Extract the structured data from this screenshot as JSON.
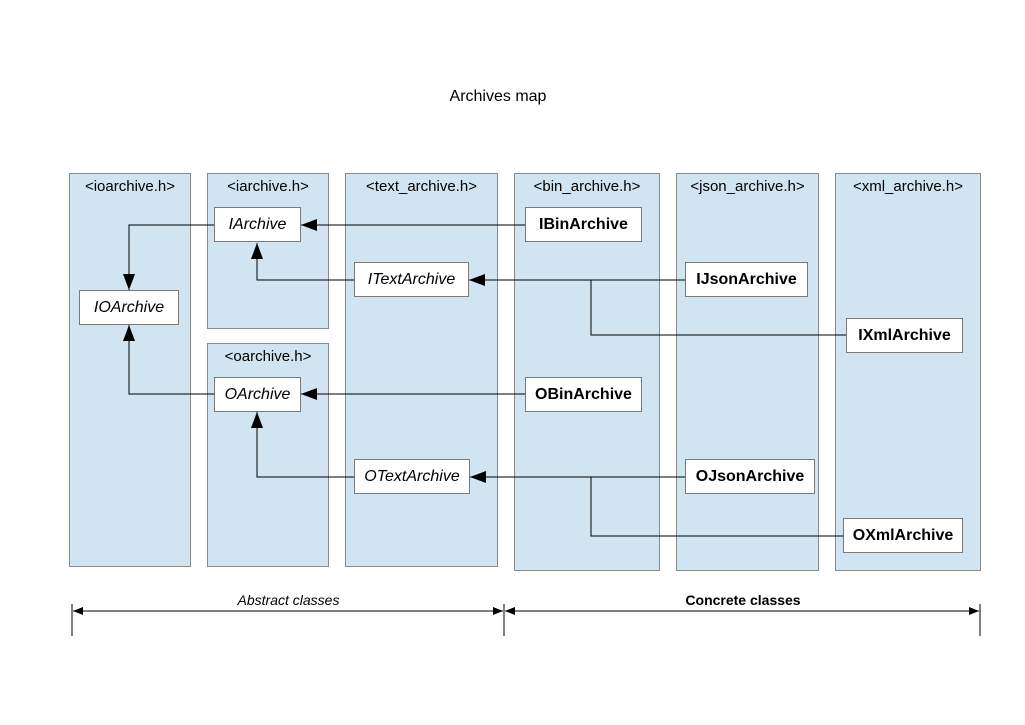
{
  "title": "Archives map",
  "columns": [
    {
      "label": "<ioarchive.h>"
    },
    {
      "label": "<iarchive.h>"
    },
    {
      "label": "<oarchive.h>"
    },
    {
      "label": "<text_archive.h>"
    },
    {
      "label": "<bin_archive.h>"
    },
    {
      "label": "<json_archive.h>"
    },
    {
      "label": "<xml_archive.h>"
    }
  ],
  "classes": {
    "ioarchive": "IOArchive",
    "iarchive": "IArchive",
    "oarchive": "OArchive",
    "itextarchive": "ITextArchive",
    "otextarchive": "OTextArchive",
    "ibinarchive": "IBinArchive",
    "obinarchive": "OBinArchive",
    "ijsonarchive": "IJsonArchive",
    "ojsonarchive": "OJsonArchive",
    "ixmlarchive": "IXmlArchive",
    "oxmlarchive": "OXmlArchive"
  },
  "ranges": {
    "abstract": "Abstract classes",
    "concrete": "Concrete classes"
  },
  "colors": {
    "column_fill": "#d0e4f2",
    "column_border": "#8a8a8a",
    "box_fill": "#ffffff",
    "line": "#000000"
  }
}
